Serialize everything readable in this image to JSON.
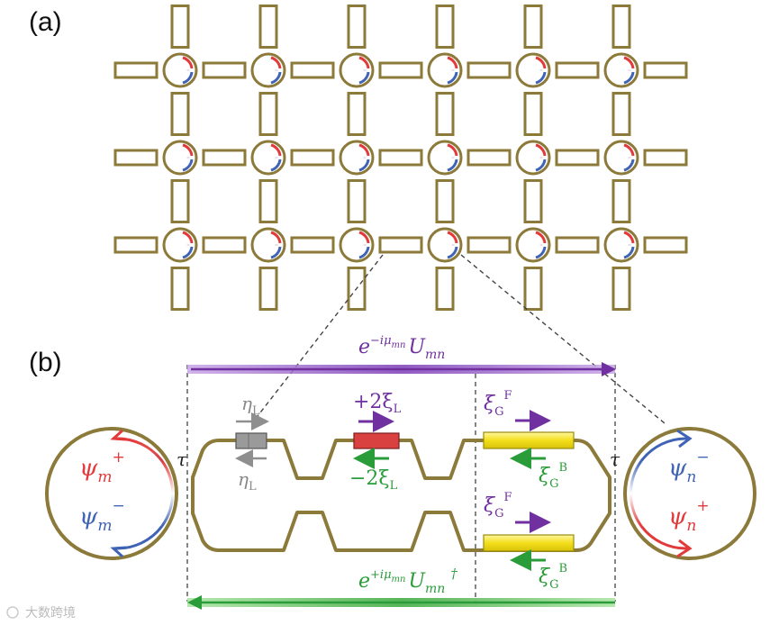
{
  "panels": {
    "a": "(a)",
    "b": "(b)"
  },
  "colors": {
    "structure": "#8c7a3a",
    "purple": "#7030a0",
    "green": "#2a9d3a",
    "red": "#e23a3a",
    "blue": "#3f63b5",
    "gray": "#8f8f8f",
    "yellow": "#f5e21b",
    "redblock": "#d94040"
  },
  "lattice": {
    "rows": 3,
    "cols": 6
  },
  "top_arrow": {
    "label_base": "e",
    "label_exp": "−iμ",
    "label_exp_sub": "mn",
    "label_main": "U",
    "label_main_sub": "mn"
  },
  "bottom_arrow": {
    "label_base": "e",
    "label_exp": "+iμ",
    "label_exp_sub": "mn",
    "label_main": "U",
    "label_main_sub": "mn",
    "label_dagger": "†"
  },
  "tau_left": "τ",
  "tau_right": "τ",
  "gray_block": {
    "top": "η",
    "top_sub": "L",
    "bottom": "η",
    "bottom_sub": "L"
  },
  "red_block": {
    "top": "+2ξ",
    "top_sub": "L",
    "bottom": "−2ξ",
    "bottom_sub": "L"
  },
  "yellow_top": {
    "top": "ξ",
    "top_sub": "G",
    "top_sup": "F",
    "bottom": "ξ",
    "bottom_sub": "G",
    "bottom_sup": "B"
  },
  "yellow_bottom": {
    "top": "ξ",
    "top_sub": "G",
    "top_sup": "F",
    "bottom": "ξ",
    "bottom_sub": "G",
    "bottom_sup": "B"
  },
  "left_ring": {
    "upper": "ψ",
    "upper_sub": "m",
    "upper_sup": "+",
    "lower": "ψ",
    "lower_sub": "m",
    "lower_sup": "−"
  },
  "right_ring": {
    "upper": "ψ",
    "upper_sub": "n",
    "upper_sup": "−",
    "lower": "ψ",
    "lower_sub": "n",
    "lower_sup": "+"
  },
  "watermark": "大数跨境"
}
